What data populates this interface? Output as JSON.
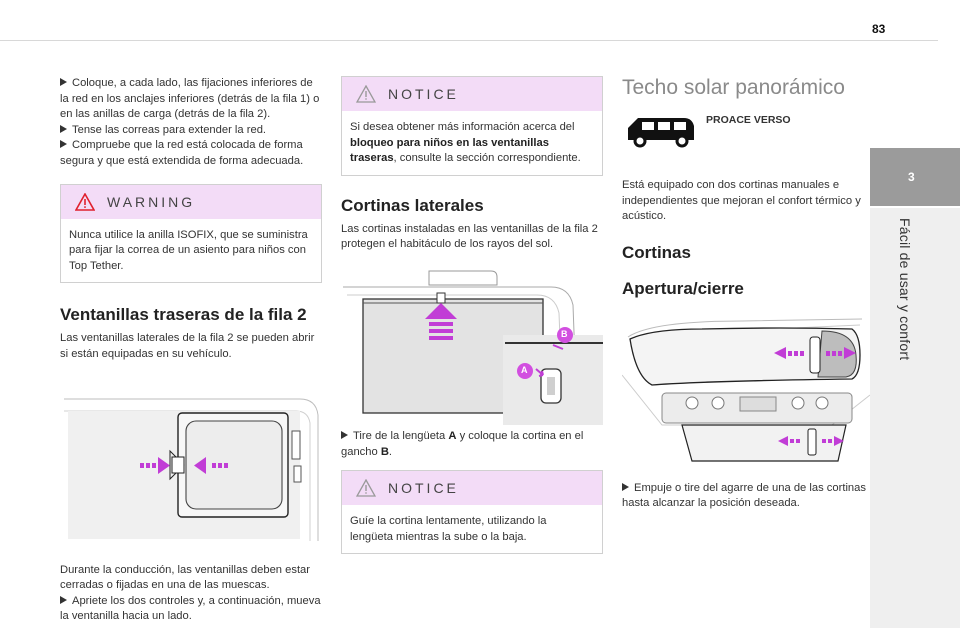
{
  "page": {
    "number": "83",
    "chapter_number": "3",
    "chapter_title": "Fácil de usar y confort"
  },
  "col1": {
    "bullets_top": [
      "Coloque, a cada lado, las fijaciones inferiores de la red en los anclajes inferiores (detrás de la fila 1) o en las anillas de carga (detrás de la fila 2).",
      "Tense las correas para extender la red.",
      "Compruebe que la red está colocada de forma segura y que está extendida de forma adecuada."
    ],
    "warning": {
      "label": "WARNING",
      "text": "Nunca utilice la anilla ISOFIX, que se suministra para fijar la correa de un asiento para niños con Top Tether."
    },
    "heading": "Ventanillas traseras de la fila 2",
    "intro": "Las ventanillas laterales de la fila 2 se pueden abrir si están equipadas en su vehículo.",
    "after_image": "Durante la conducción, las ventanillas deben estar cerradas o fijadas en una de las muescas.",
    "bullet_bottom": "Apriete los dos controles y, a continuación, mueva la ventanilla hacia un lado."
  },
  "col2": {
    "notice1": {
      "label": "NOTICE",
      "text_before": "Si desea obtener más información acerca del ",
      "text_bold": "bloqueo para niños en las ventanillas traseras",
      "text_after": ", consulte la sección correspondiente."
    },
    "heading": "Cortinas laterales",
    "intro": "Las cortinas instaladas en las ventanillas de la fila 2 protegen el habitáculo de los rayos del sol.",
    "callout_a": "A",
    "callout_b": "B",
    "bullet_before": "Tire de la lengüeta ",
    "bullet_a": "A",
    "bullet_middle": " y coloque la cortina en el gancho ",
    "bullet_b": "B",
    "bullet_end": ".",
    "notice2": {
      "label": "NOTICE",
      "text": "Guíe la cortina lentamente, utilizando la lengüeta mientras la sube o la baja."
    }
  },
  "col3": {
    "title": "Techo solar panorámico",
    "vehicle_label": "PROACE VERSO",
    "intro": "Está equipado con dos cortinas manuales e independientes que mejoran el confort térmico y acústico.",
    "heading1": "Cortinas",
    "heading2": "Apertura/cierre",
    "bullet": "Empuje o tire del agarre de una de las cortinas hasta alcanzar la posición deseada."
  },
  "colors": {
    "box_header": "#f3dcf7",
    "arrow": "#c13dd6",
    "chapter_tab": "#9b9b9b"
  }
}
